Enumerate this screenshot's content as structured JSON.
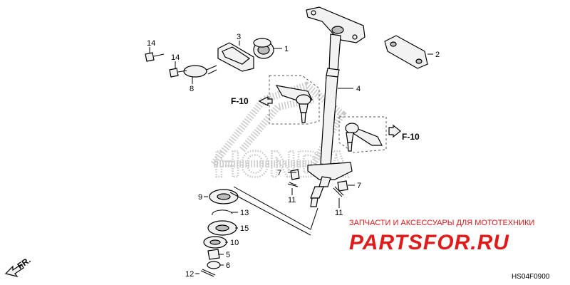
{
  "callouts": {
    "c1": "1",
    "c2": "2",
    "c3": "3",
    "c4": "4",
    "c5": "5",
    "c6": "6",
    "c7a": "7",
    "c7b": "7",
    "c8": "8",
    "c9": "9",
    "c10": "10",
    "c11a": "11",
    "c11b": "11",
    "c12": "12",
    "c13": "13",
    "c14a": "14",
    "c14b": "14",
    "c15": "15"
  },
  "refs": {
    "left": "F-10",
    "right": "F-10"
  },
  "front_marker": "FR.",
  "watermark": {
    "brand": "HONDA",
    "shop_tagline": "ЗАПЧАСТИ И АКСЕССУАРЫ ДЛЯ МОТОТЕХНИКИ",
    "shop_logo": "PARTSFOR.RU"
  },
  "diagram_code": "HS04F0900"
}
